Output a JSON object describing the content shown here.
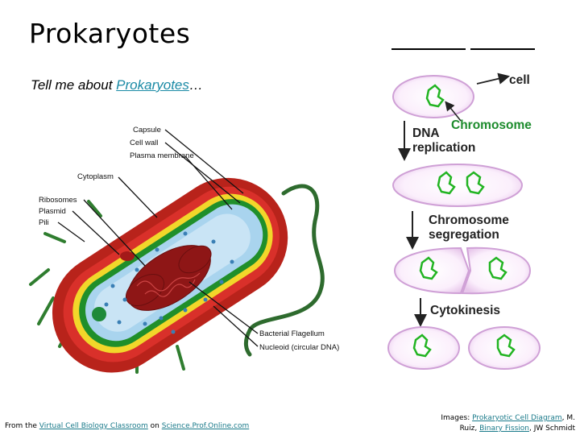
{
  "slide": {
    "title": "Prokaryotes",
    "subtitle_prefix": "Tell me about ",
    "subtitle_link": "Prokaryotes",
    "subtitle_suffix": "…"
  },
  "cell_diagram": {
    "labels": {
      "capsule": "Capsule",
      "cell_wall": "Cell wall",
      "plasma_membrane": "Plasma membrane",
      "cytoplasm": "Cytoplasm",
      "ribosomes": "Ribosomes",
      "plasmid": "Plasmid",
      "pili": "Pili",
      "flagellum": "Bacterial Flagellum",
      "nucleoid": "Nucleoid (circular DNA)"
    },
    "colors": {
      "capsule": "#b8231b",
      "cell_wall": "#f2d72a",
      "membrane": "#1f8f2a",
      "cytoplasm": "#a9d4ee",
      "nucleoid": "#8e1616"
    }
  },
  "fission_diagram": {
    "labels": {
      "cell": "cell",
      "chromosome": "Chromosome",
      "dna_replication_1": "DNA",
      "dna_replication_2": "replication",
      "segregation_1": "Chromosome",
      "segregation_2": "segregation",
      "cytokinesis": "Cytokinesis"
    }
  },
  "footer": {
    "left_prefix": "From the ",
    "left_link1": "Virtual Cell Biology Classroom",
    "left_mid": " on ",
    "left_link2": "Science.Prof.Online.com",
    "right_prefix": "Images: ",
    "right_link1": "Prokaryotic Cell Diagram",
    "right_mid": ", M. Ruiz, ",
    "right_link2": "Binary Fission",
    "right_suffix": ", JW Schmidt"
  }
}
